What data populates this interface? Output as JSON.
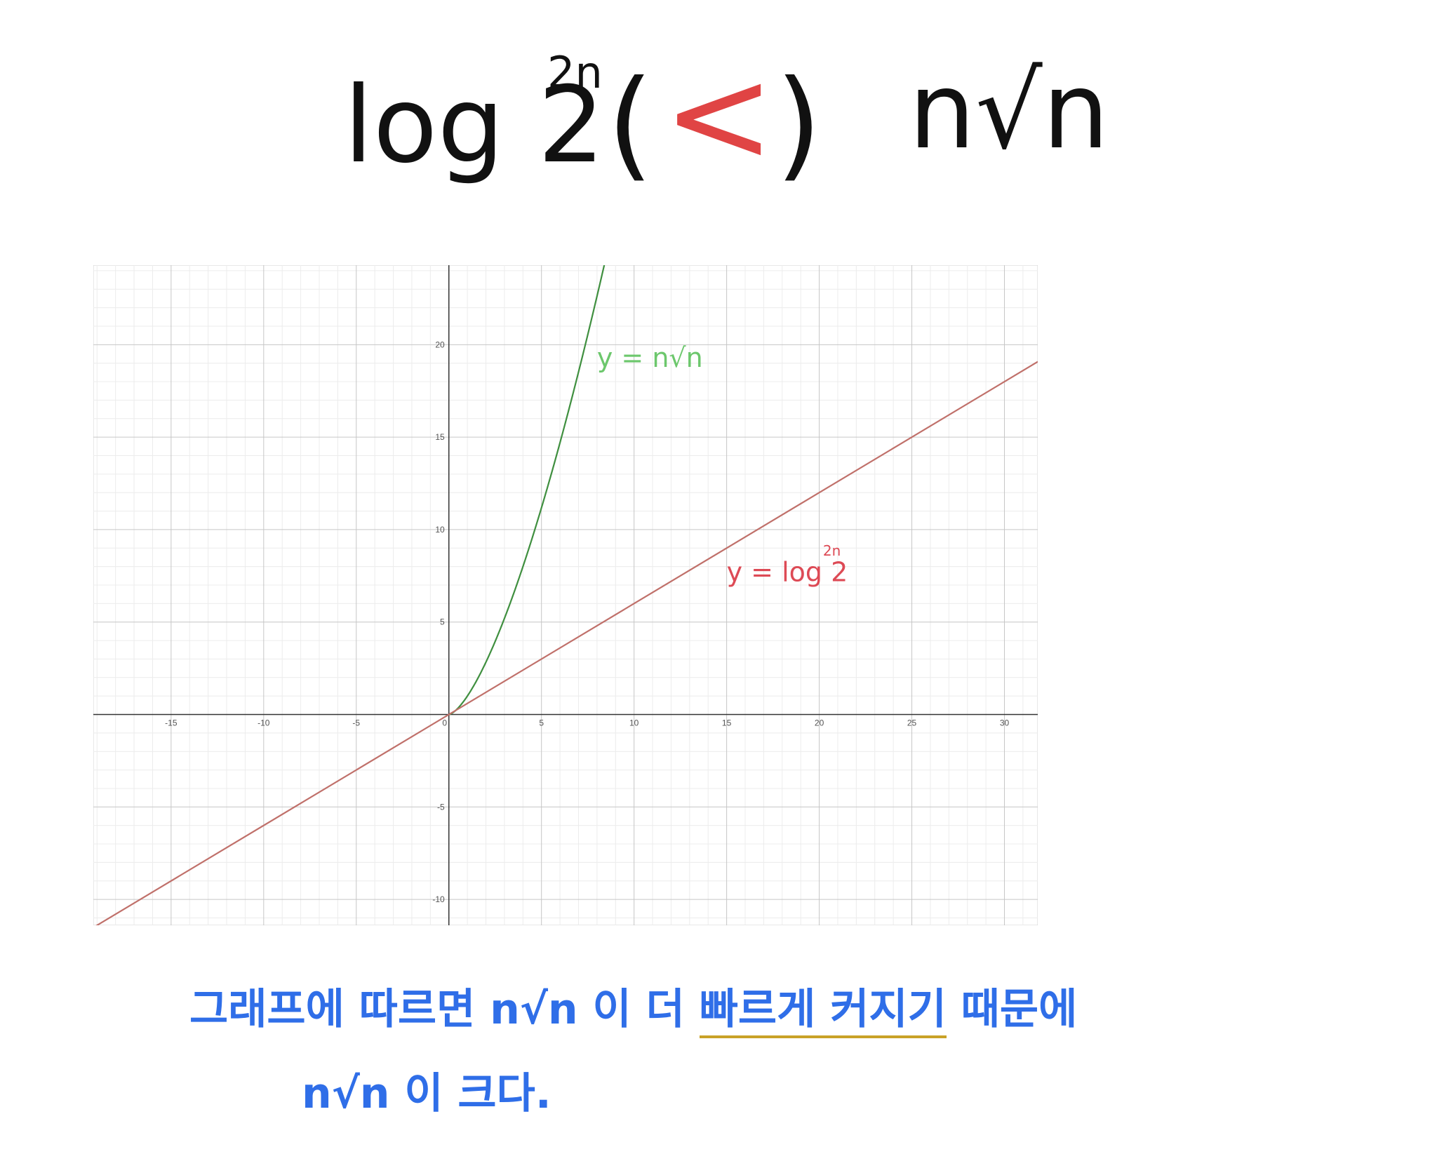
{
  "comparison": {
    "left_expr": "log 2",
    "left_exp": "2n",
    "open_paren": "(",
    "relation": "<",
    "close_paren": ")",
    "right_expr": "n√n",
    "relation_color": "#e04444"
  },
  "chart_data": {
    "type": "line",
    "title": "",
    "xlabel": "",
    "ylabel": "",
    "xlim": [
      -19.2,
      31.8
    ],
    "ylim": [
      -11.4,
      24.3
    ],
    "grid": true,
    "x_ticks": [
      -15,
      -10,
      -5,
      0,
      5,
      10,
      15,
      20,
      25,
      30
    ],
    "y_ticks": [
      -10,
      -5,
      5,
      10,
      15,
      20
    ],
    "series": [
      {
        "name": "y = n√n",
        "color": "#3f8f3f",
        "label_color": "#6cc76c",
        "domain": [
          0,
          8.4
        ],
        "points": [
          [
            0,
            0
          ],
          [
            1,
            1
          ],
          [
            2,
            2.83
          ],
          [
            3,
            5.2
          ],
          [
            4,
            8
          ],
          [
            5,
            11.18
          ],
          [
            6,
            14.7
          ],
          [
            7,
            18.52
          ],
          [
            8,
            22.63
          ],
          [
            8.4,
            24.3
          ]
        ]
      },
      {
        "name": "y = log 2",
        "name_exp": "2n",
        "color": "#c0706a",
        "label_color": "#dd4a55",
        "domain": [
          -19.2,
          31.8
        ],
        "points": [
          [
            -19.2,
            -11.52
          ],
          [
            0,
            0
          ],
          [
            10,
            6
          ],
          [
            20,
            12
          ],
          [
            31.8,
            19.08
          ]
        ]
      }
    ]
  },
  "note": {
    "line1_part1": "그래프에 따르면  n√n 이  더 ",
    "line1_underlined": "빠르게  커지기",
    "line1_part2": "  때문에",
    "line2": "n√n 이   크다.",
    "color": "#2f6ee8",
    "underline_color": "#c9a227"
  }
}
